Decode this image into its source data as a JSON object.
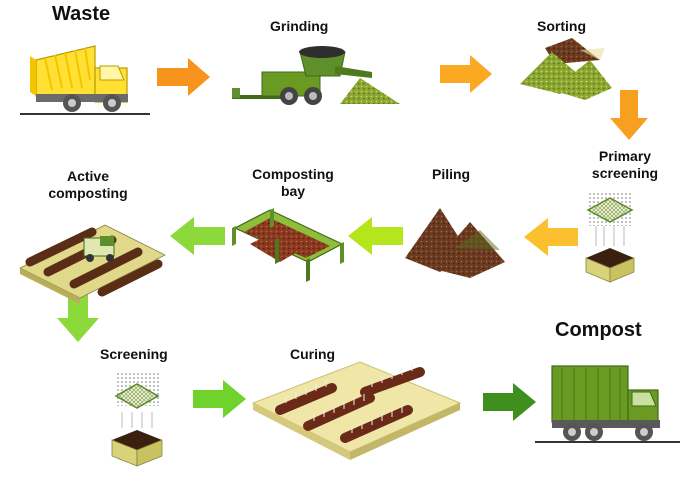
{
  "steps": {
    "waste": "Waste",
    "grinding": "Grinding",
    "sorting": "Sorting",
    "primary_screening": [
      "Primary",
      "screening"
    ],
    "piling": "Piling",
    "composting_bay": [
      "Composting",
      "bay"
    ],
    "active_composting": [
      "Active",
      "composting"
    ],
    "screening": "Screening",
    "curing": "Curing",
    "compost": "Compost"
  },
  "colors": {
    "arrow_orange": "#f7941d",
    "arrow_yellow": "#fbc02d",
    "arrow_lime": "#8cd93b",
    "arrow_green": "#3f8f1f",
    "truck_yellow": "#ffe033",
    "truck_green": "#6a9a22",
    "compost_brown": "#6b3a20",
    "machine_green": "#5f8f2a"
  }
}
